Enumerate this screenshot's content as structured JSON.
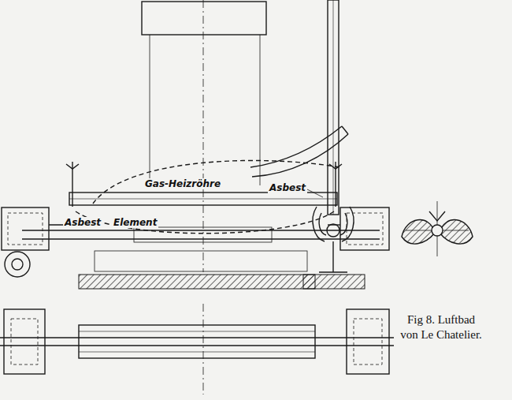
{
  "diagram": {
    "caption": "Fig 8. Luftbad von Le Chatelier.",
    "labels": [
      "Gas-Heizröhre",
      "Asbest",
      "Element",
      "Asbest"
    ]
  }
}
